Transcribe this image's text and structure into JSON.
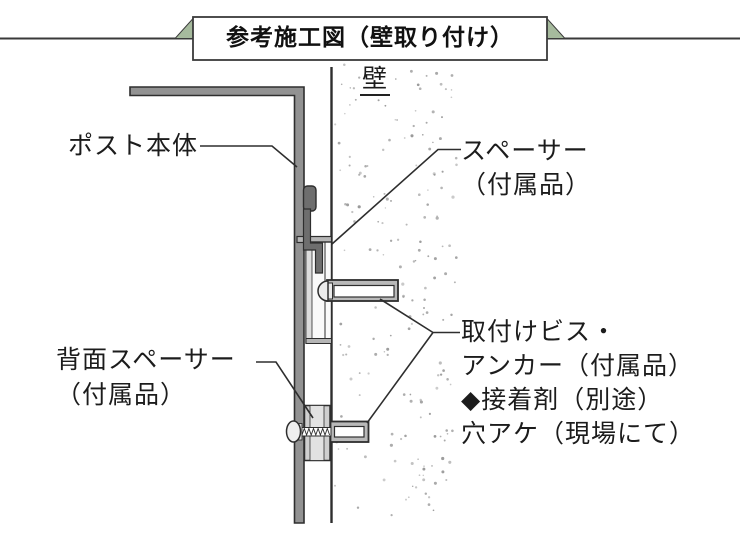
{
  "banner": {
    "title": "参考施工図（壁取り付け）"
  },
  "diagram": {
    "wall_label": "壁",
    "post_body_label": "ポスト本体",
    "spacer_label": {
      "line1": "スペーサー",
      "line2": "（付属品）"
    },
    "back_spacer_label": {
      "line1": "背面スペーサー",
      "line2": "（付属品）"
    },
    "mounting_note": {
      "line1": "取付けビス・",
      "line2": "アンカー（付属品）",
      "line3": "◆接着剤（別途）",
      "line4": "穴アケ（現場にて）"
    },
    "colors": {
      "ribbon_green": "#a6ba9d",
      "post_gray": "#929292",
      "bracket_gray": "#6e6e6e",
      "outline": "#2e2e2e",
      "stipple_gray": "#8f8f8f"
    }
  }
}
